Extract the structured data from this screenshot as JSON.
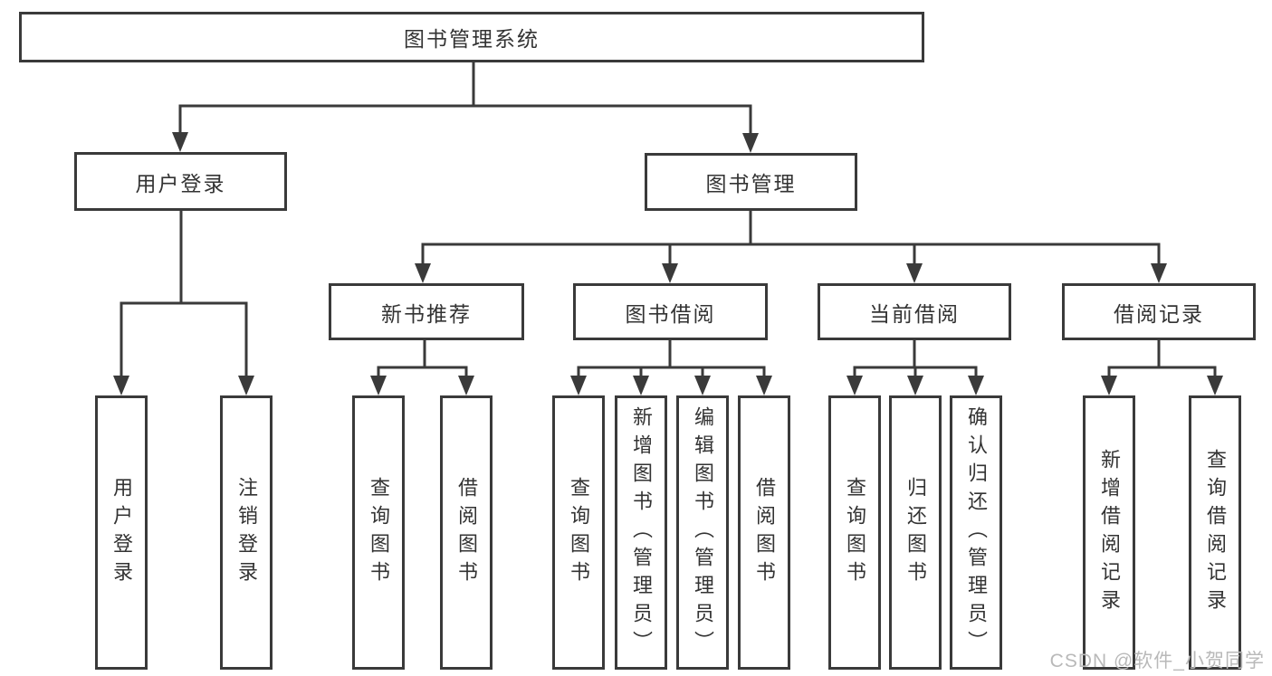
{
  "diagram": {
    "title": "图书管理系统",
    "branches": [
      {
        "label": "用户登录",
        "children": [
          "用户登录",
          "注销登录"
        ]
      },
      {
        "label": "图书管理",
        "children": [
          {
            "label": "新书推荐",
            "children": [
              "查询图书",
              "借阅图书"
            ]
          },
          {
            "label": "图书借阅",
            "children": [
              "查询图书",
              "新增图书（管理员）",
              "编辑图书（管理员）",
              "借阅图书"
            ]
          },
          {
            "label": "当前借阅",
            "children": [
              "查询图书",
              "归还图书",
              "确认归还（管理员）"
            ]
          },
          {
            "label": "借阅记录",
            "children": [
              "新增借阅记录",
              "查询借阅记录"
            ]
          }
        ]
      }
    ]
  },
  "colors": {
    "line": "#3a3a3a",
    "text": "#333333",
    "watermark": "#b9b9b9",
    "background": "#ffffff"
  },
  "watermark": {
    "text": "CSDN @软件_小贺同学"
  }
}
